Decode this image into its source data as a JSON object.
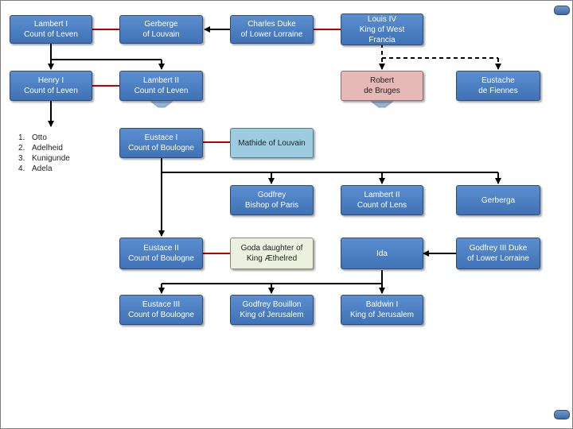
{
  "nodes": {
    "lambert_i": {
      "line1": "Lambert I",
      "line2": "Count of Leven"
    },
    "gerberge_louvain": {
      "line1": "Gerberge",
      "line2": "of Louvain"
    },
    "charles_duke": {
      "line1": "Charles Duke",
      "line2": "of Lower Lorraine"
    },
    "louis_iv": {
      "line1": "Louis IV",
      "line2": "King of West",
      "line3": "Francia"
    },
    "henry_i": {
      "line1": "Henry I",
      "line2": "Count of Leven"
    },
    "lambert_ii_leven": {
      "line1": "Lambert II",
      "line2": "Count of Leven"
    },
    "robert_bruges": {
      "line1": "Robert",
      "line2": "de Bruges"
    },
    "eustache_fiennes": {
      "line1": "Eustache",
      "line2": "de Fiennes"
    },
    "eustace_i": {
      "line1": "Eustace I",
      "line2": "Count of Boulogne"
    },
    "mathilde": {
      "line1": "Mathide of Louvain"
    },
    "godfrey_bishop": {
      "line1": "Godfrey",
      "line2": "Bishop of Paris"
    },
    "lambert_ii_lens": {
      "line1": "Lambert II",
      "line2": "Count of Lens"
    },
    "gerberga": {
      "line1": "Gerberga"
    },
    "eustace_ii": {
      "line1": "Eustace II",
      "line2": "Count of Boulogne"
    },
    "goda": {
      "line1": "Goda daughter of",
      "line2": "King Æthelred"
    },
    "ida": {
      "line1": "Ida"
    },
    "godfrey_iii": {
      "line1": "Godfrey III Duke",
      "line2": "of Lower Lorraine"
    },
    "eustace_iii": {
      "line1": "Eustace III",
      "line2": "Count of Boulogne"
    },
    "godfrey_bouillon": {
      "line1": "Godfrey Bouillon",
      "line2": "King of Jerusalem"
    },
    "baldwin_i": {
      "line1": "Baldwin I",
      "line2": "King of Jerusalem"
    }
  },
  "children_list": [
    {
      "num": "1.",
      "name": "Otto"
    },
    {
      "num": "2.",
      "name": "Adelheid"
    },
    {
      "num": "3.",
      "name": "Kunigunde"
    },
    {
      "num": "4.",
      "name": "Adela"
    }
  ],
  "colors": {
    "node_blue": "#4f81bd",
    "node_pink": "#e6b8b7",
    "node_lightblue": "#9dcbe0",
    "node_cream": "#ebf1de",
    "marriage_line": "#c00000",
    "descent_line": "#000000"
  }
}
